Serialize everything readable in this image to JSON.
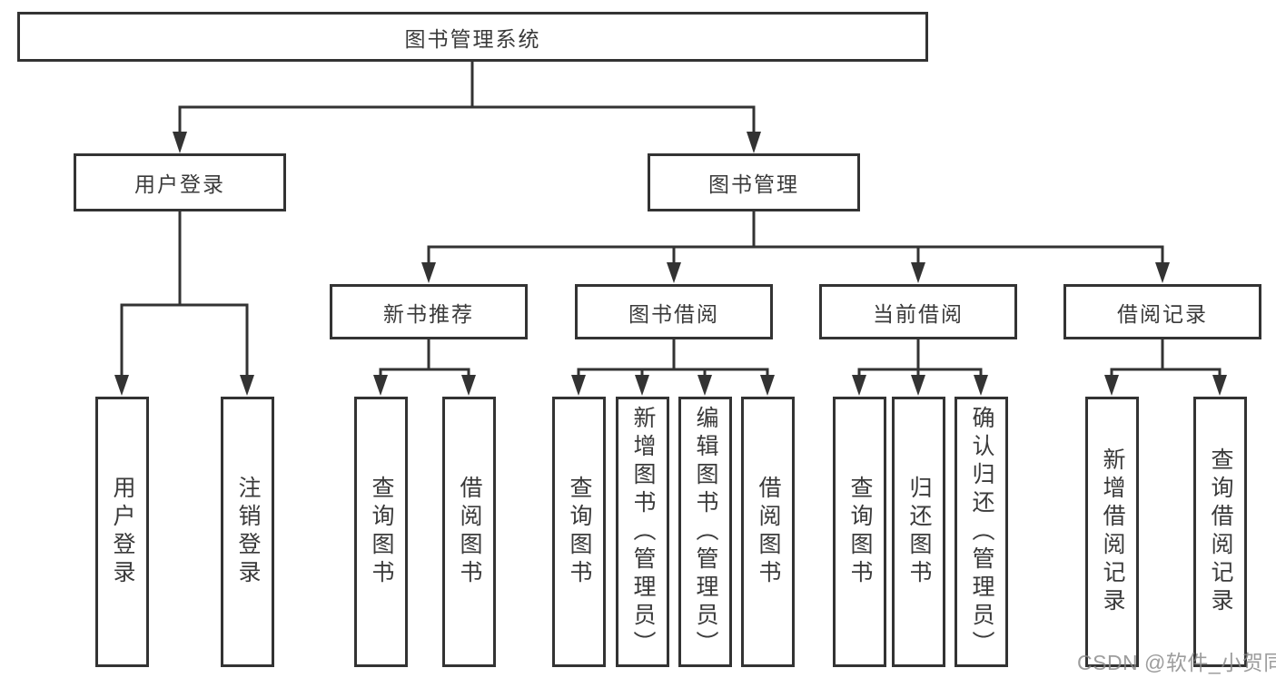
{
  "tree": {
    "root": {
      "label": "图书管理系统"
    },
    "branches": [
      {
        "label": "用户登录",
        "children": [
          {
            "label": "用户登录"
          },
          {
            "label": "注销登录"
          }
        ]
      },
      {
        "label": "图书管理",
        "children": [
          {
            "label": "新书推荐",
            "children": [
              {
                "label": "查询图书"
              },
              {
                "label": "借阅图书"
              }
            ]
          },
          {
            "label": "图书借阅",
            "children": [
              {
                "label": "查询图书"
              },
              {
                "label": "新增图书（管理员）"
              },
              {
                "label": "编辑图书（管理员）"
              },
              {
                "label": "借阅图书"
              }
            ]
          },
          {
            "label": "当前借阅",
            "children": [
              {
                "label": "查询图书"
              },
              {
                "label": "归还图书"
              },
              {
                "label": "确认归还（管理员）"
              }
            ]
          },
          {
            "label": "借阅记录",
            "children": [
              {
                "label": "新增借阅记录"
              },
              {
                "label": "查询借阅记录"
              }
            ]
          }
        ]
      }
    ]
  },
  "watermark": {
    "text": "CSDN @软件_小贺同学"
  },
  "colors": {
    "line": "#333333",
    "text": "#3a3a3a",
    "background": "#ffffff"
  }
}
